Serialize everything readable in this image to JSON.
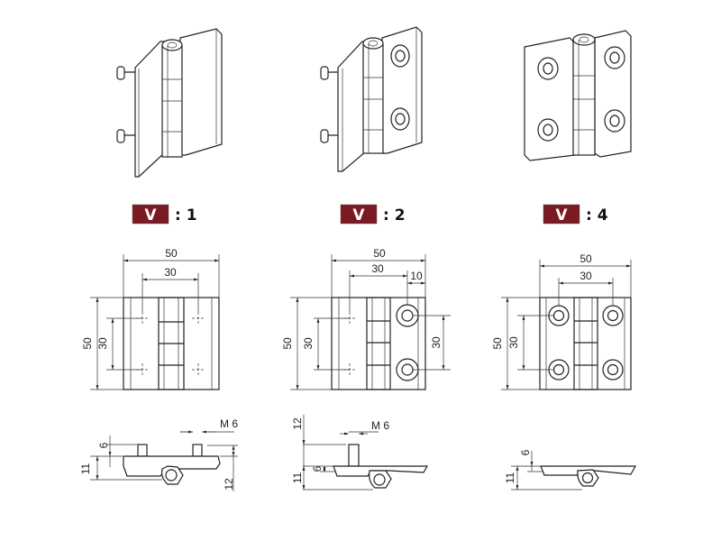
{
  "accent_color": "#7b1a23",
  "variants": [
    {
      "badge": "V",
      "ratio": ": 1",
      "front": {
        "top_total": "50",
        "top_hole": "30",
        "left_total": "50",
        "left_hole": "30"
      },
      "side": {
        "pin_height": "6",
        "thickness": "11",
        "thread": "M 6",
        "pin_length": "12"
      }
    },
    {
      "badge": "V",
      "ratio": ": 2",
      "front": {
        "top_total": "50",
        "top_hole": "30",
        "top_edge": "10",
        "left_total": "50",
        "left_hole": "30",
        "right_hole": "30"
      },
      "side": {
        "pin_length": "12",
        "thread": "M 6",
        "thickness": "11",
        "pin_height": "6"
      }
    },
    {
      "badge": "V",
      "ratio": ": 4",
      "front": {
        "top_total": "50",
        "top_hole": "30",
        "left_total": "50",
        "left_hole": "30"
      },
      "side": {
        "pin_height": "6",
        "thickness": "11"
      }
    }
  ]
}
